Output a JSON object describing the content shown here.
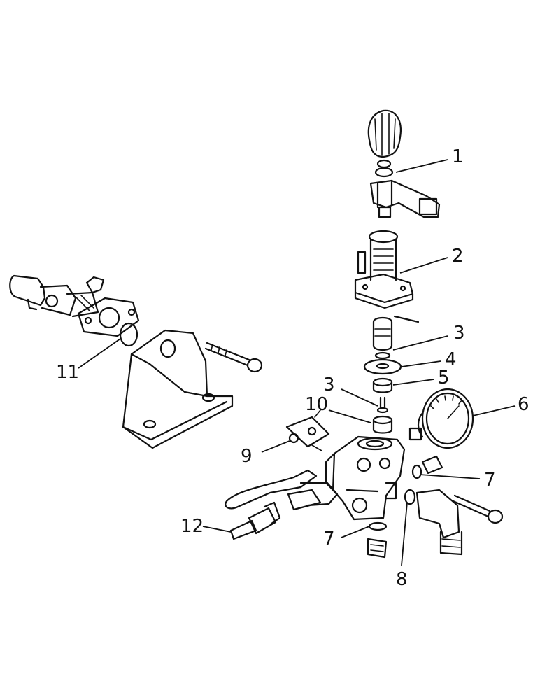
{
  "callouts": {
    "c1": "1",
    "c2": "2",
    "c3a": "3",
    "c3b": "3",
    "c4": "4",
    "c5": "5",
    "c6": "6",
    "c7a": "7",
    "c7b": "7",
    "c8": "8",
    "c9": "9",
    "c10": "10",
    "c11": "11",
    "c12": "12"
  }
}
